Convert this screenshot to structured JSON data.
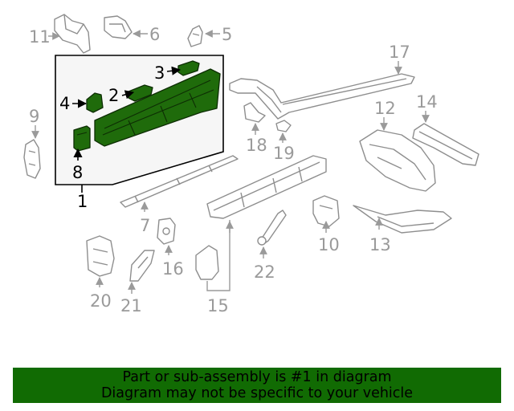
{
  "callouts": {
    "c1": "1",
    "c2": "2",
    "c3": "3",
    "c4": "4",
    "c5": "5",
    "c6": "6",
    "c7": "7",
    "c8": "8",
    "c9": "9",
    "c10": "10",
    "c11": "11",
    "c12": "12",
    "c13": "13",
    "c14": "14",
    "c15": "15",
    "c16": "16",
    "c17": "17",
    "c18": "18",
    "c19": "19",
    "c20": "20",
    "c21": "21",
    "c22": "22"
  },
  "colors": {
    "highlight_part": "#1f6b0b",
    "banner_background": "#116b03",
    "callout_grey": "#9a9a9a"
  },
  "banner": {
    "line1": "Part or sub-assembly is #1 in diagram",
    "line2": "Diagram may not be specific to your vehicle"
  }
}
